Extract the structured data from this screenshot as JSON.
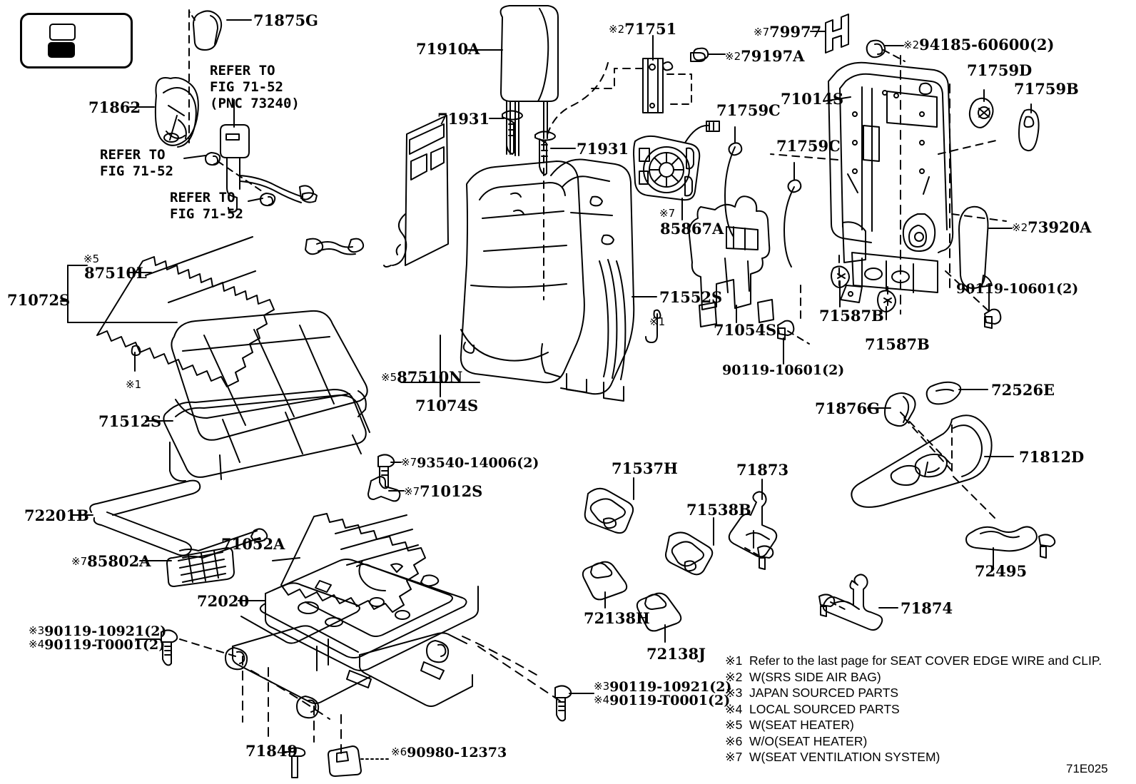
{
  "diagram": {
    "figure_code": "71E025",
    "key_icon": "seat-position-key-icon"
  },
  "labels": {
    "l71875G": "71875G",
    "l71862": "71862",
    "refer1": "REFER TO\nFIG 71-52\n(PNC 73240)",
    "refer2": "REFER TO\nFIG 71-52",
    "refer3": "REFER TO\nFIG 71-52",
    "l71910A": "71910A",
    "l71931a": "71931",
    "l71931b": "71931",
    "l71751": "71751",
    "l71751_note": "2",
    "l79197A": "79197A",
    "l79197A_note": "2",
    "l79977": "79977",
    "l79977_note": "7",
    "l94185": "94185-60600(2)",
    "l94185_note": "2",
    "l71759D": "71759D",
    "l71759B": "71759B",
    "l71014S": "71014S",
    "l71759Ca": "71759C",
    "l71759Cb": "71759C",
    "l85867A": "85867A",
    "l85867A_note": "7",
    "l73920A": "73920A",
    "l73920A_note": "2",
    "l90119_10601_r": "90119-10601(2)",
    "l71587Ba": "71587B",
    "l71587Bb": "71587B",
    "l71054S": "71054S",
    "l90119_10601_c": "90119-10601(2)",
    "l71552S": "71552S",
    "l71552S_note": "1",
    "l87510N": "87510N",
    "l87510N_note": "5",
    "l71074S": "71074S",
    "l87510L": "87510L",
    "l87510L_note": "5",
    "l71072S": "71072S",
    "l71072S_note": "1",
    "l71512S": "71512S",
    "l72201B": "72201B",
    "l85802A": "85802A",
    "l85802A_note": "7",
    "l71052A": "71052A",
    "l72020": "72020",
    "l93540": "93540-14006(2)",
    "l93540_note": "7",
    "l71012S": "71012S",
    "l71012S_note": "7",
    "l71537H": "71537H",
    "l71538B": "71538B",
    "l71873": "71873",
    "l72138H": "72138H",
    "l72138J": "72138J",
    "l71876G": "71876G",
    "l72526E": "72526E",
    "l71812D": "71812D",
    "l72495": "72495",
    "l71874": "71874",
    "l90119_bl": "90119-10921(2)\n90119-T0001(2)",
    "l90119_bl_n3": "3",
    "l90119_bl_n4": "4",
    "l90119_bc": "90119-10921(2)\n90119-T0001(2)",
    "l90119_bc_n3": "3",
    "l90119_bc_n4": "4",
    "l71849": "71849",
    "l90980": "90980-12373",
    "l90980_note": "6"
  },
  "legend": {
    "items": [
      {
        "key": "1",
        "text": "Refer to the last page for SEAT COVER EDGE WIRE and CLIP."
      },
      {
        "key": "2",
        "text": "W(SRS SIDE AIR BAG)"
      },
      {
        "key": "3",
        "text": "JAPAN SOURCED PARTS"
      },
      {
        "key": "4",
        "text": "LOCAL SOURCED PARTS"
      },
      {
        "key": "5",
        "text": "W(SEAT HEATER)"
      },
      {
        "key": "6",
        "text": "W/O(SEAT HEATER)"
      },
      {
        "key": "7",
        "text": "W(SEAT VENTILATION SYSTEM)"
      }
    ]
  }
}
